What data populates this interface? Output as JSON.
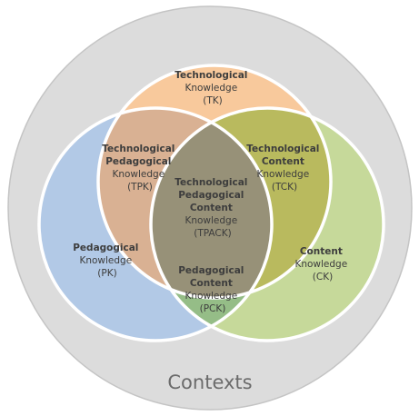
{
  "diagram": {
    "contexts": "Contexts",
    "regions": {
      "tk": {
        "l1": "Technological",
        "l2": "Knowledge",
        "l3": "(TK)"
      },
      "pk": {
        "l1": "Pedagogical",
        "l2": "Knowledge",
        "l3": "(PK)"
      },
      "ck": {
        "l1": "Content",
        "l2": "Knowledge",
        "l3": "(CK)"
      },
      "tpk": {
        "l1": "Technological",
        "l2": "Pedagogical",
        "l3": "Knowledge",
        "l4": "(TPK)"
      },
      "tck": {
        "l1": "Technological",
        "l2": "Content",
        "l3": "Knowledge",
        "l4": "(TCK)"
      },
      "pck": {
        "l1": "Pedagogical",
        "l2": "Content",
        "l3": "Knowledge",
        "l4": "(PCK)"
      },
      "tpack": {
        "l1": "Technological",
        "l2": "Pedagogical",
        "l3": "Content",
        "l4": "Knowledge",
        "l5": "(TPACK)"
      }
    },
    "colors": {
      "contexts_ring": "#dcdcdc",
      "technological": "#f8c99c",
      "pedagogical": "#b2c9e6",
      "content": "#c6d99a",
      "tpk": "#d9b193",
      "tck": "#b9ba5e",
      "pck": "#95bd87",
      "tpack": "#979178",
      "outline": "#ffffff",
      "text": "#3d3d3d",
      "contexts_text": "#6b6b6b"
    }
  }
}
